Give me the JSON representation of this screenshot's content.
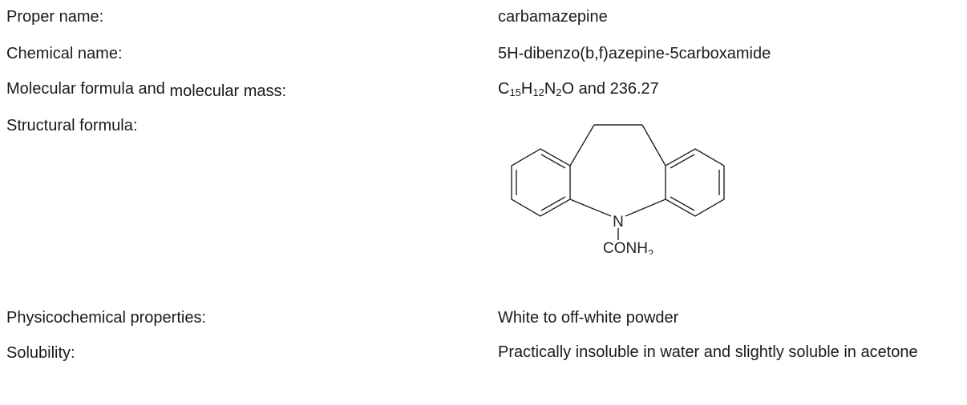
{
  "rows": {
    "proper_name": {
      "label": "Proper name:",
      "value": "carbamazepine"
    },
    "chemical_name": {
      "label": "Chemical name:",
      "value": "5H-dibenzo(b,f)azepine-5carboxamide"
    },
    "molecular": {
      "label_main": "Molecular formula and",
      "label_tail": "molecular mass:",
      "formula_parts": [
        {
          "el": "C",
          "sub": "15"
        },
        {
          "el": "H",
          "sub": "12"
        },
        {
          "el": "N",
          "sub": "2"
        },
        {
          "el": "O",
          "sub": ""
        }
      ],
      "mass_text": "and 236.27"
    },
    "structural": {
      "label": "Structural formula:",
      "atom_n": "N",
      "group_main": "CONH",
      "group_sub": "2"
    },
    "physicochemical": {
      "label": "Physicochemical properties:",
      "value": "White to off-white powder"
    },
    "solubility": {
      "label": "Solubility:",
      "value": "Practically insoluble in water and slightly soluble in acetone"
    }
  },
  "colors": {
    "text": "#1a1a1a",
    "structure_line": "#222222",
    "background": "#ffffff"
  }
}
